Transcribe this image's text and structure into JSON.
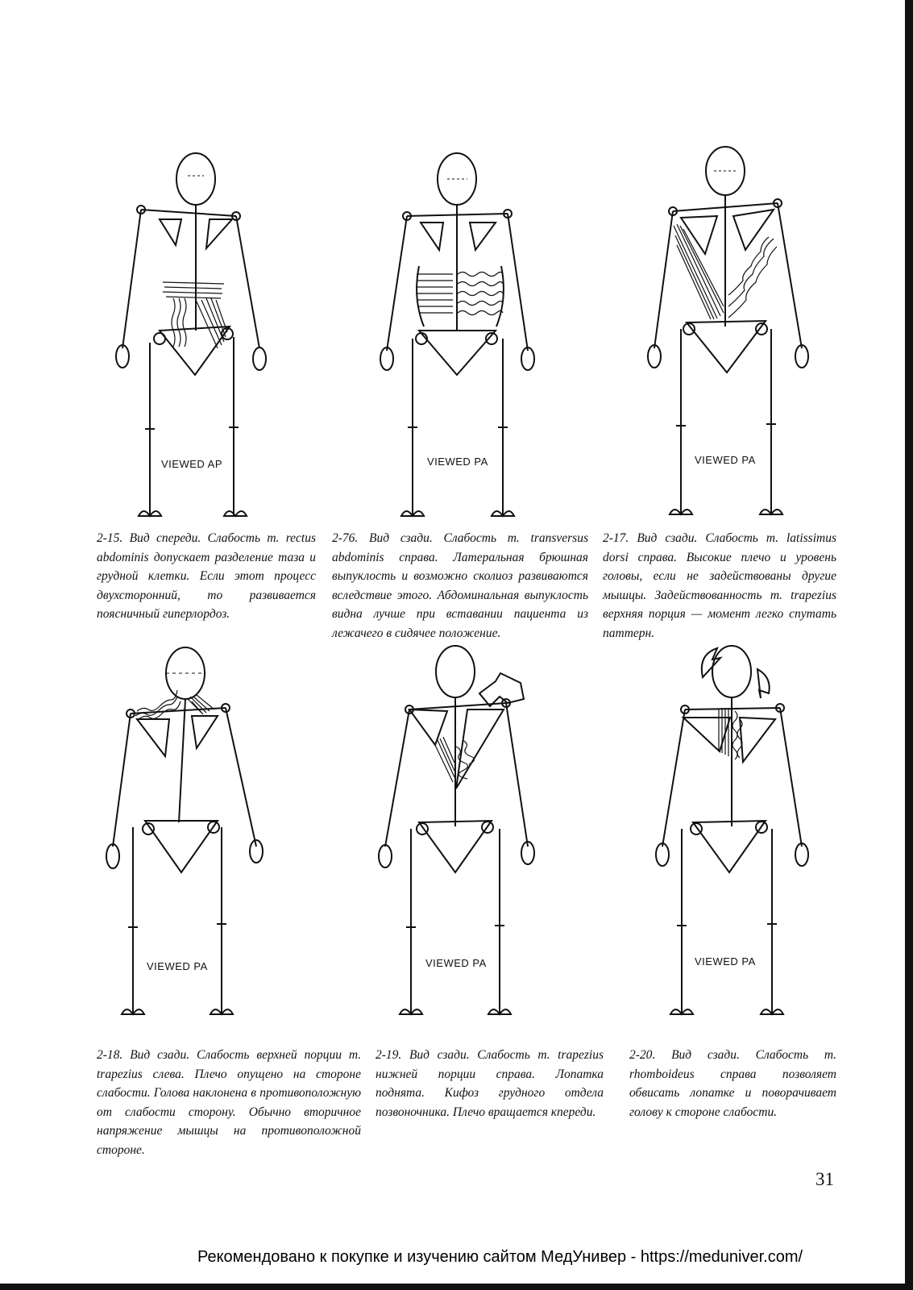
{
  "figures": [
    {
      "id": "2-15",
      "view_label": "VIEWED AP",
      "caption_parts": [
        "2-15.",
        " Вид спереди. Слабость m. rectus abdominis допускает разделение таза и грудной клетки. Если этот процесс двухсторонний, то развивается поясничный гиперлордоз."
      ]
    },
    {
      "id": "2-76",
      "view_label": "VIEWED PA",
      "caption_parts": [
        "2-76.",
        " Вид сзади. Слабость m. transversus abdominis справа. Латеральная брюшная выпуклость и возможно сколиоз развиваются вследствие этого. Абдоминальная выпуклость видна лучше при вставании пациента из лежачего в сидячее положение."
      ]
    },
    {
      "id": "2-17",
      "view_label": "VIEWED PA",
      "caption_parts": [
        "2-17.",
        " Вид сзади. Слабость m. latissimus dorsi справа. Высокие плечо и уровень головы, если не задействованы другие мышцы. Задействованность m. trapezius верхняя порция — момент легко спутать паттерн."
      ]
    },
    {
      "id": "2-18",
      "view_label": "VIEWED PA",
      "caption_parts": [
        "2-18.",
        " Вид сзади. Слабость верхней порции m. trapezius слева. Плечо опущено на стороне слабости. Голова наклонена в противоположную от слабости сторону. Обычно вторичное напряжение мышцы на противоположной стороне."
      ]
    },
    {
      "id": "2-19",
      "view_label": "VIEWED PA",
      "caption_parts": [
        "2-19.",
        " Вид сзади. Слабость m. trapezius нижней порции справа. Лопатка поднята. Кифоз грудного отдела позвоночника. Плечо вращается кпереди."
      ]
    },
    {
      "id": "2-20",
      "view_label": "VIEWED PA",
      "caption_parts": [
        "2-20.",
        " Вид сзади. Слабость m. rhomboideus справа позволяет обвисать лопатке и поворачивает голову к стороне слабости."
      ]
    }
  ],
  "page_number": "31",
  "footer_text": "Рекомендовано к покупке и изучению сайтом МедУнивер - https://meduniver.com/"
}
